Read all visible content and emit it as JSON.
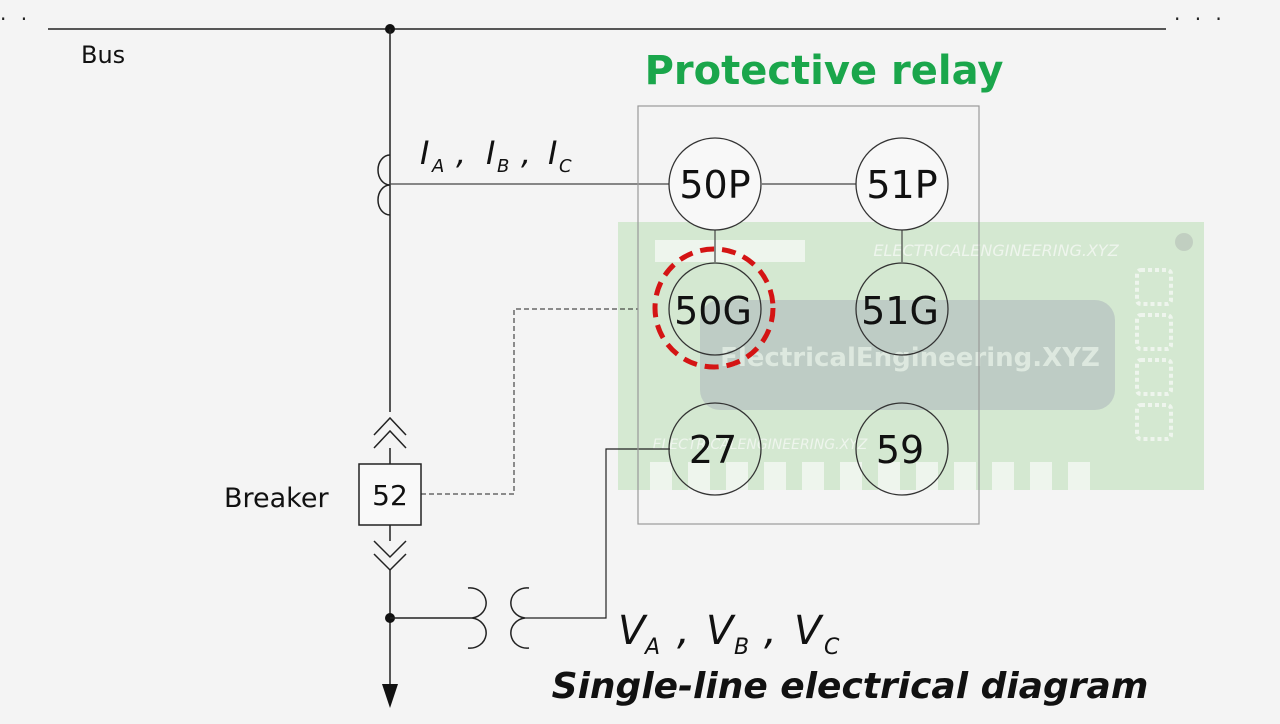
{
  "bus": {
    "label": "Bus",
    "left_dots": "· ·",
    "right_dots": "· · ·"
  },
  "relay": {
    "title": "Protective relay",
    "elements": {
      "p50": "50P",
      "p51": "51P",
      "g50": "50G",
      "g51": "51G",
      "v27": "27",
      "v59": "59"
    },
    "highlighted": "50G"
  },
  "current_label": {
    "i": "I",
    "sub_a": "A",
    "sub_b": "B",
    "sub_c": "C",
    "sep": ","
  },
  "voltage_label": {
    "v": "V",
    "sub_a": "A",
    "sub_b": "B",
    "sub_c": "C",
    "sep": ","
  },
  "breaker": {
    "label": "Breaker",
    "code": "52"
  },
  "caption": "Single-line electrical diagram",
  "watermark": {
    "top": "ELECTRICALENGINEERING.XYZ",
    "middle": "ElectricalEngineering.XYZ",
    "bottom": "ELECTRICALENGINEERING.XYZ"
  },
  "colors": {
    "title_green": "#1aa64b",
    "highlight_red": "#d41414",
    "line": "#222222",
    "watermark_green": "#b9dbb4"
  }
}
